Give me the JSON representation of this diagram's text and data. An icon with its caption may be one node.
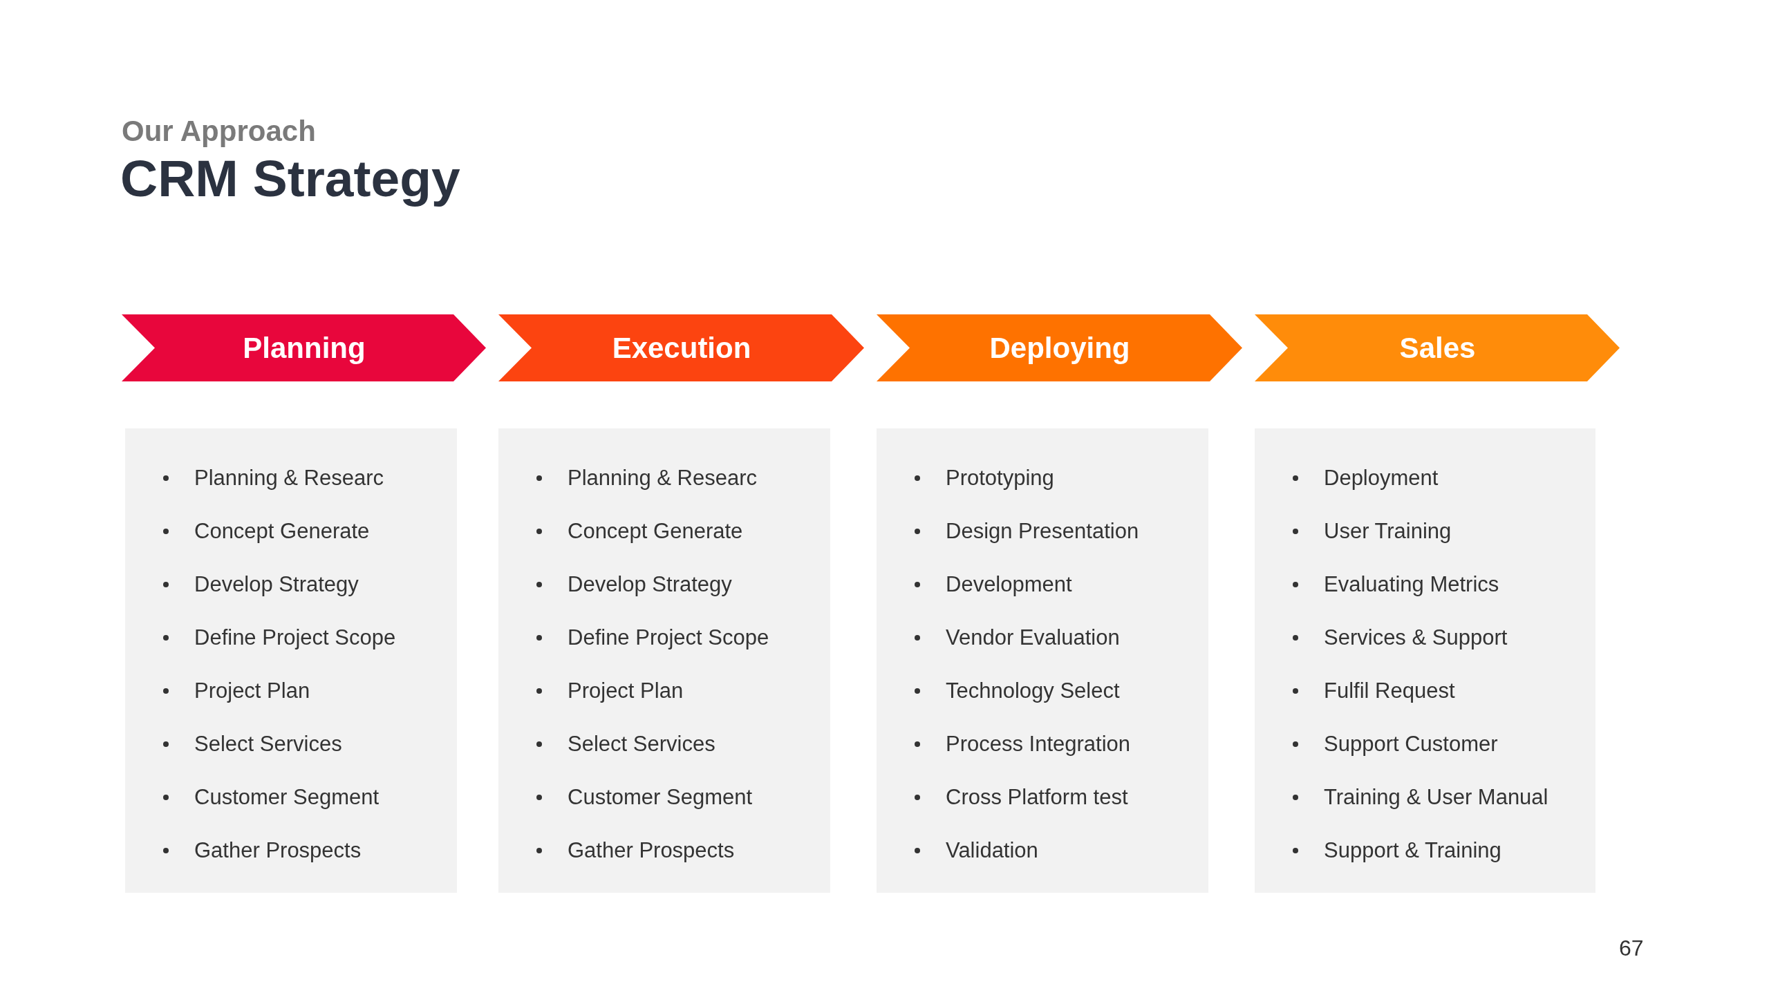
{
  "diagram": {
    "title": "CRM Strategy",
    "nodes": [
      {
        "text": [
          "Planning"
        ]
      },
      {
        "text": [
          "Execution"
        ]
      },
      {
        "text": [
          "Deploying"
        ]
      },
      {
        "text": [
          "Sales"
        ]
      },
      {
        "text": [
          "Planning & Researc",
          "Concept Generate",
          "Develop Strategy",
          "Define Project Scope",
          "Project Plan",
          "Select Services",
          "Customer Segment",
          "Gather Prospects"
        ]
      },
      {
        "text": [
          "Planning & Researc",
          "Concept Generate",
          "Develop Strategy",
          "Define Project Scope",
          "Project Plan",
          "Select Services",
          "Customer Segment",
          "Gather Prospects"
        ]
      },
      {
        "text": [
          "Prototyping",
          "Design Presentation",
          "Development",
          "Vendor Evaluation",
          "Technology Select",
          "Process Integration",
          "Cross Platform test",
          "Validation"
        ]
      },
      {
        "text": [
          "Deployment",
          "User Training",
          "Evaluating Metrics",
          "Services & Support",
          "Fulfil Request",
          "Support Customer",
          "Training & User Manual",
          "Support & Training"
        ]
      }
    ],
    "labels": [
      "Our Approach",
      "67"
    ]
  }
}
